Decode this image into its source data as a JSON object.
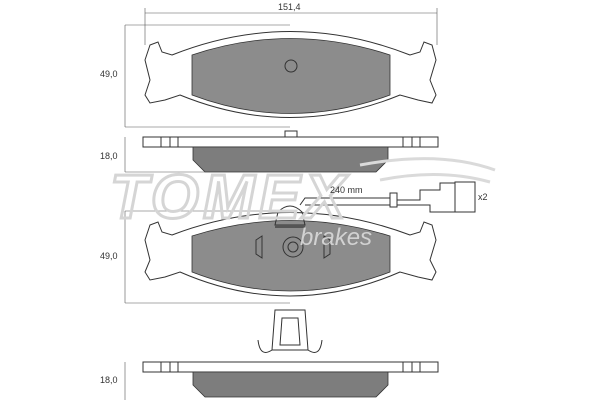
{
  "watermark": {
    "brand": "TOMEX",
    "sub": "brakes"
  },
  "dimensions": {
    "width_top": "151,4",
    "height_pad1": "49,0",
    "thickness_pad1": "18,0",
    "height_pad2": "49,0",
    "thickness_pad2": "18,0"
  },
  "sensor": {
    "length": "240 mm",
    "quantity": "x2"
  },
  "colors": {
    "friction": "#8c8c8c",
    "line": "#333333",
    "watermark": "#d5d5d5"
  }
}
